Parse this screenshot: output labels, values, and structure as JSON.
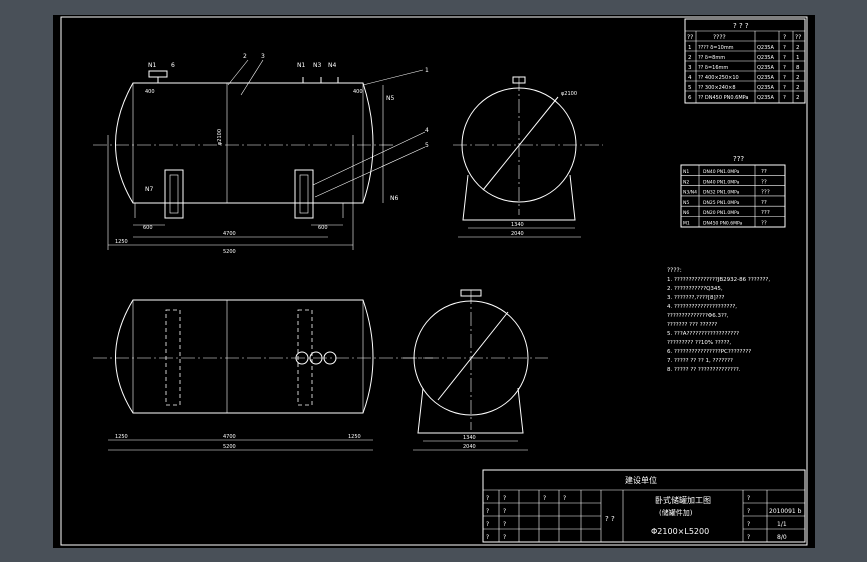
{
  "parts_table": {
    "title": "? ? ?",
    "header": [
      "??",
      "????",
      "",
      "",
      "?",
      "??"
    ],
    "rows": [
      [
        "1",
        "???? δ=10mm",
        "Q235A",
        "?",
        "2"
      ],
      [
        "2",
        "?? δ=8mm",
        "Q235A",
        "?",
        "1"
      ],
      [
        "3",
        "?? δ=16mm",
        "Q235A",
        "?",
        "8"
      ],
      [
        "4",
        "?? 400×250×10",
        "Q235A",
        "?",
        "2"
      ],
      [
        "5",
        "?? 300×240×8",
        "Q235A",
        "?",
        "2"
      ],
      [
        "6",
        "?? DN450 PN0.6MPa",
        "Q235A",
        "?",
        "2"
      ]
    ]
  },
  "nozzle_table": {
    "title": "???",
    "rows": [
      [
        "N1",
        "DN40 PN1.0MPa",
        "??"
      ],
      [
        "N2",
        "DN40 PN1.0MPa",
        "??"
      ],
      [
        "N3/N4",
        "DN32 PN1.0MPa",
        "???"
      ],
      [
        "N5",
        "DN25 PN1.0MPa",
        "??"
      ],
      [
        "N6",
        "DN20 PN1.0MPa",
        "???"
      ],
      [
        "M1",
        "DN450 PN0.6MPa",
        "??"
      ]
    ]
  },
  "notes": {
    "title": "????:",
    "lines": [
      "1. ???????????????JB2932-86 ???????,",
      "2. ???????????Q345,",
      "3. ???????,????[8]???",
      "4. ?????????????????????,",
      "    ??????????????Φ6.3??,",
      "    ??????? ??? ??????",
      "5. ???A??????????????????",
      "    ????????? ??10% ?????,",
      "6. ????????????????PC????????",
      "7. ????? ?? ?? 1, ???????",
      "8. ????? ??  ??????????????."
    ]
  },
  "title_block": {
    "unit": "建设单位",
    "drawing_title_1": "卧式储罐加工图",
    "drawing_title_2": "(储罐件加)",
    "spec": "Φ2100×L5200",
    "mid": "? ?",
    "drawing_no": "2010091 b",
    "sheet": "1/1",
    "scale": "8/0",
    "q": "?"
  },
  "front_view": {
    "labels": [
      "N1",
      "6",
      "2",
      "3",
      "N1",
      "N3",
      "N4",
      "1",
      "4",
      "5",
      "N7",
      "N5",
      "N6"
    ],
    "dims": [
      "400",
      "1250",
      "400",
      "4700",
      "5200",
      "600",
      "600",
      "φ2100"
    ]
  },
  "side_view_labels": {
    "d1": "1340",
    "d2": "2040",
    "d3": "φ2100",
    "d4": "1340",
    "d5": "2040"
  },
  "plan_view_dims": [
    "1250",
    "4700",
    "5200",
    "1250"
  ]
}
